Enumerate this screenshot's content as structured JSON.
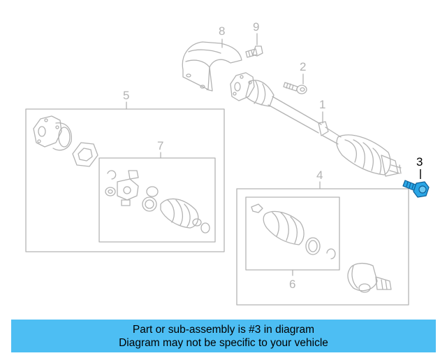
{
  "diagram": {
    "colors": {
      "line": "#b3b3b3",
      "highlight_fill": "#2aa6e6",
      "highlight_stroke": "#0f5f96",
      "active_label": "#000000",
      "banner": "#4dbef3"
    },
    "callouts": {
      "c1": "1",
      "c2": "2",
      "c3": "3",
      "c4": "4",
      "c5": "5",
      "c6": "6",
      "c7": "7",
      "c8": "8",
      "c9": "9"
    },
    "highlighted_part": "3"
  },
  "banner": {
    "line1": "Part or sub-assembly is #3 in diagram",
    "line2": "Diagram may not be specific to your vehicle"
  }
}
